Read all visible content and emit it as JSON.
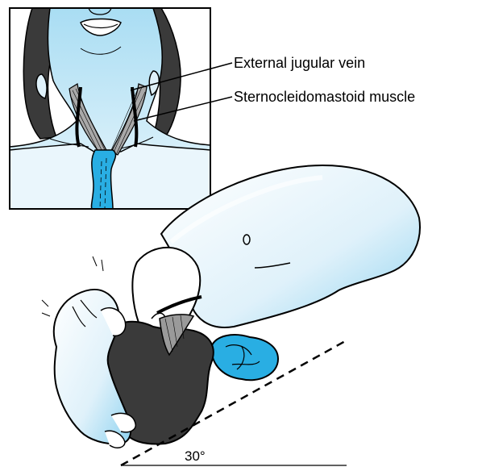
{
  "labels": {
    "external_jugular_vein": "External jugular vein",
    "sternocleidomastoid_muscle": "Sternocleidomastoid muscle",
    "angle": "30°"
  },
  "colors": {
    "skin_light": "#e8f4fb",
    "skin_blue": "#8fd3f0",
    "vein_blue": "#29aee3",
    "hair": "#3a3a3a",
    "muscle_gray": "#9a9a9a",
    "outline": "#000000"
  }
}
